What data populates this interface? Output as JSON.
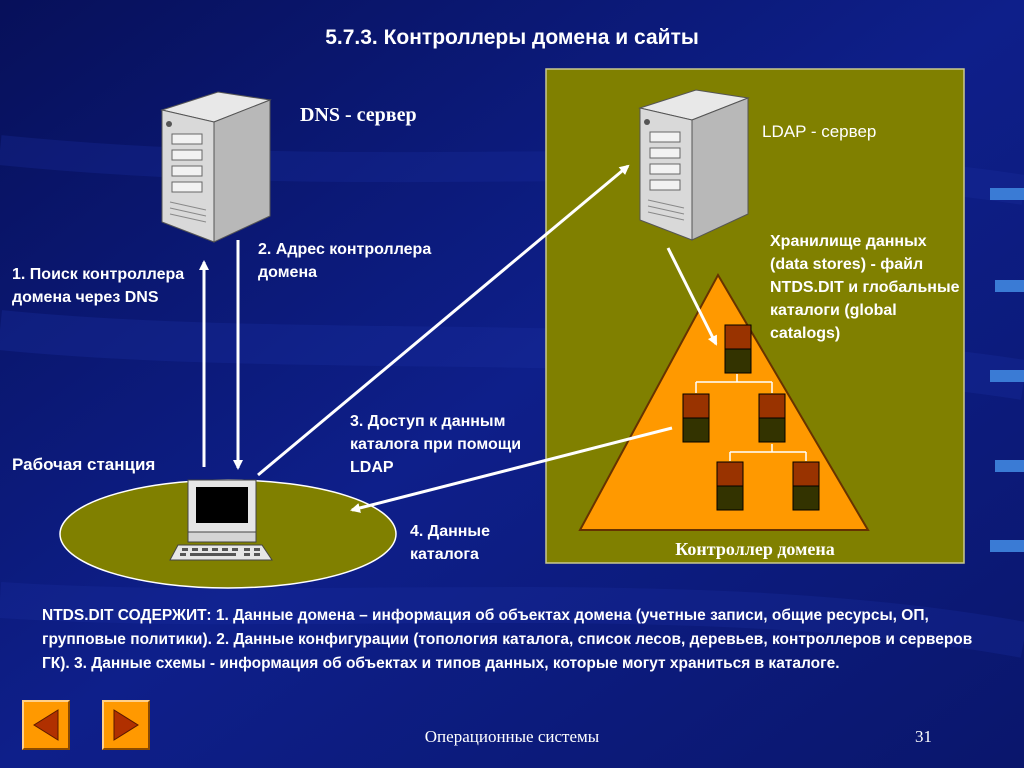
{
  "slide": {
    "title": "5.7.3. Контроллеры домена и сайты",
    "footer": "Операционные системы",
    "page_number": "31"
  },
  "diagram": {
    "dns_server_title": "DNS - сервер",
    "ldap_server_title": "LDAP - сервер",
    "step1": "1. Поиск контроллера домена через DNS",
    "step2": "2. Адрес контроллера домена",
    "step3": "3. Доступ к данным каталога при помощи LDAP",
    "step4": "4. Данные каталога",
    "workstation_label": "Рабочая станция",
    "data_store_label": "Хранилище данных (data stores) - файл NTDS.DIT и глобальные каталоги (global catalogs)",
    "domain_controller_label": "Контроллер домена"
  },
  "note": {
    "text": "NTDS.DIT СОДЕРЖИТ: 1. Данные домена – информация об объектах домена (учетные записи, общие ресурсы, ОП, групповые политики). 2. Данные конфигурации (топология каталога, список лесов, деревьев, контроллеров и серверов ГК). 3. Данные схемы - информация об объектах и типов данных, которые могут храниться в каталоге."
  },
  "nav": {
    "prev_icon": "triangle-left-icon",
    "next_icon": "triangle-right-icon"
  },
  "colors": {
    "background": "#0c1a78",
    "dc_panel": "#808000",
    "triangle": "#ff9900",
    "ellipse": "#808000",
    "node_top": "#993300",
    "node_bottom": "#333300"
  }
}
